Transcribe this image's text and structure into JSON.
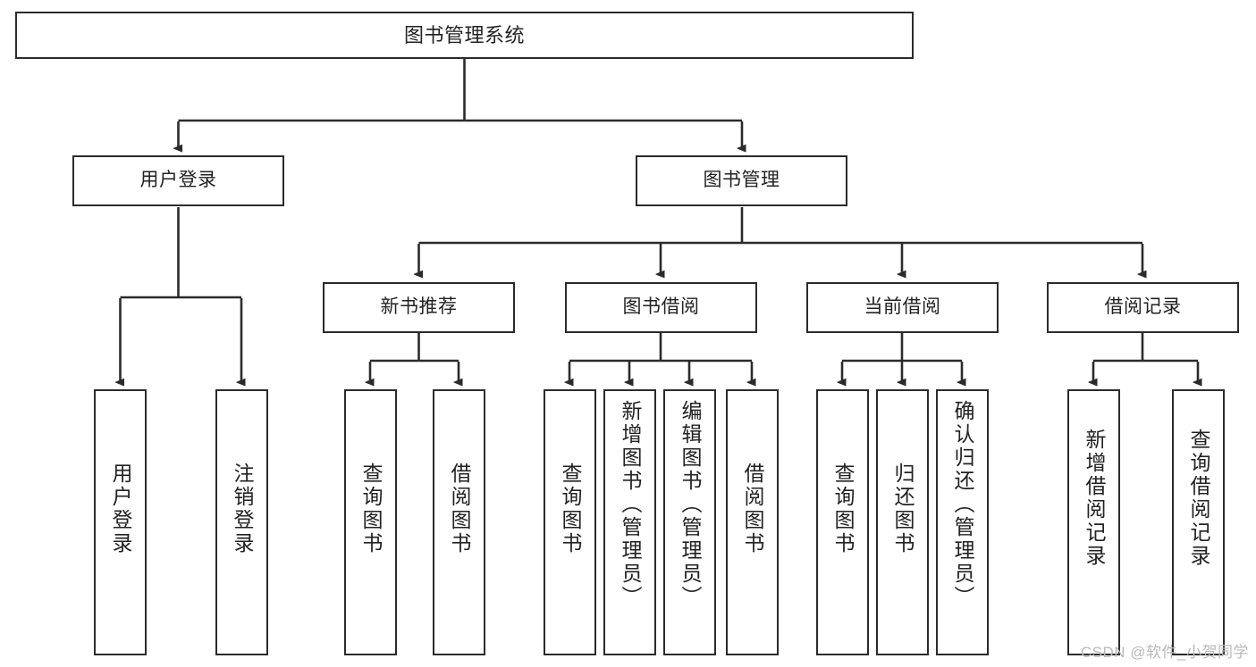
{
  "diagram": {
    "title": "图书管理系统",
    "type": "tree",
    "watermark": "CSDN @软件_小贺同学",
    "colors": {
      "box_border": "#2b2b2b",
      "box_fill": "#ffffff",
      "edge": "#2b2b2b",
      "text": "#222222",
      "watermark": "#b9b9b9",
      "background": "#ffffff"
    }
  },
  "nodes": {
    "root": {
      "label": "图书管理系统"
    },
    "level2": [
      {
        "id": "user-login",
        "label": "用户登录"
      },
      {
        "id": "book-manage",
        "label": "图书管理"
      }
    ],
    "level3": [
      {
        "id": "new-book-recommend",
        "label": "新书推荐"
      },
      {
        "id": "book-borrow",
        "label": "图书借阅"
      },
      {
        "id": "current-borrow",
        "label": "当前借阅"
      },
      {
        "id": "borrow-record",
        "label": "借阅记录"
      }
    ],
    "leaves": {
      "user_login": [
        {
          "id": "leaf-user-login",
          "label": "用户登录"
        },
        {
          "id": "leaf-logout",
          "label": "注销登录"
        }
      ],
      "new_book_recommend": [
        {
          "id": "leaf-query-book-1",
          "label": "查询图书"
        },
        {
          "id": "leaf-borrow-book-1",
          "label": "借阅图书"
        }
      ],
      "book_borrow": [
        {
          "id": "leaf-query-book-2",
          "label": "查询图书"
        },
        {
          "id": "leaf-add-book",
          "label": "新增图书（管理员）"
        },
        {
          "id": "leaf-edit-book",
          "label": "编辑图书（管理员）"
        },
        {
          "id": "leaf-borrow-book-2",
          "label": "借阅图书"
        }
      ],
      "current_borrow": [
        {
          "id": "leaf-query-book-3",
          "label": "查询图书"
        },
        {
          "id": "leaf-return-book",
          "label": "归还图书"
        },
        {
          "id": "leaf-confirm-return",
          "label": "确认归还（管理员）"
        }
      ],
      "borrow_record": [
        {
          "id": "leaf-add-record",
          "label": "新增借阅记录"
        },
        {
          "id": "leaf-query-record",
          "label": "查询借阅记录"
        }
      ]
    }
  }
}
